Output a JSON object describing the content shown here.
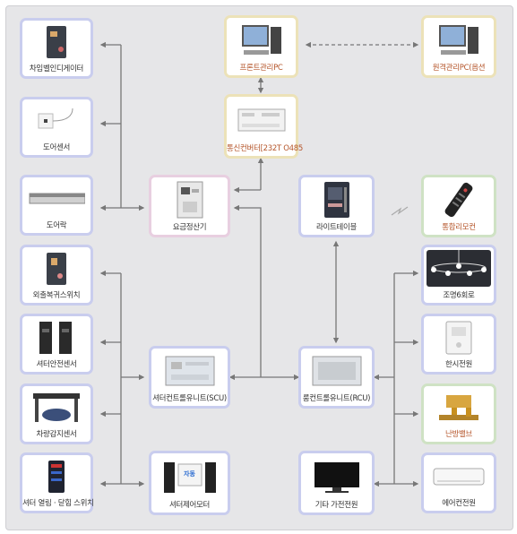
{
  "nodes": {
    "parking_indicator": "차임벨인디게이터",
    "door_sensor": "도어센서",
    "door_lock": "도어락",
    "outing_return_switch": "외출복귀스위치",
    "shutter_safety_sensor": "셔터안전센서",
    "vehicle_sensor": "차량감지센서",
    "shutter_switch": "셔터 열림 · 닫힘 스위치",
    "front_pc": "프론트관리PC",
    "remote_pc": "원격관리PC(옵션",
    "converter": "통신컨버터[232T O485",
    "fee_calculator": "요금정산기",
    "light_table": "라이트테이블",
    "integrated_remote": "통합리모컨",
    "lighting": "조명6회로",
    "timed_power": "한시전원",
    "heating_valve": "난방밸브",
    "aircon_power": "에어컨전원",
    "shutter_control_unit": "셔터컨트롤유니트(SCU)",
    "room_control_unit": "룸컨트롤유니트(RCU)",
    "shutter_motor": "셔터제어모터",
    "other_appliance_power": "기타 가전전원",
    "motor_badge": "자동"
  },
  "colors": {
    "background": "#e6e6e8",
    "line": "#777777",
    "frame_blue": "#c9cdee",
    "frame_gold": "#ece2b8",
    "frame_pink": "#e8cfe0",
    "frame_green": "#cfe2c4"
  }
}
